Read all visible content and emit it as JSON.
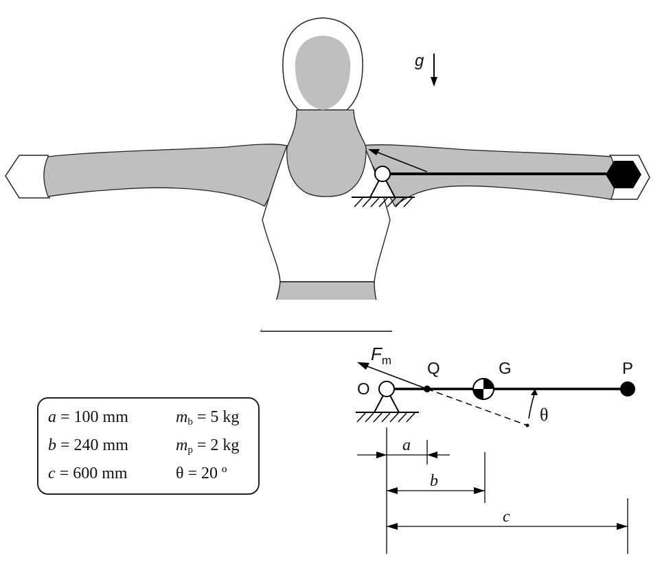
{
  "labels": {
    "gravity": "g",
    "force": "F",
    "force_sub": "m",
    "pivot": "O",
    "muscle_point": "Q",
    "mass_center": "G",
    "end_point": "P",
    "angle": "θ",
    "dim_a": "a",
    "dim_b": "b",
    "dim_c": "c"
  },
  "parameters": {
    "a": {
      "symbol": "a",
      "rest": " = 100 mm"
    },
    "b": {
      "symbol": "b",
      "rest": " = 240 mm"
    },
    "c": {
      "symbol": "c",
      "rest": " = 600 mm"
    },
    "mb": {
      "symbol": "m",
      "sub": "b",
      "rest": " = 5 kg"
    },
    "mp": {
      "symbol": "m",
      "sub": "p",
      "rest": " = 2 kg"
    },
    "theta": {
      "text": "θ = 20 º"
    }
  },
  "colors": {
    "skin": "#bfbfbf",
    "line": "#000000",
    "background": "#ffffff"
  }
}
